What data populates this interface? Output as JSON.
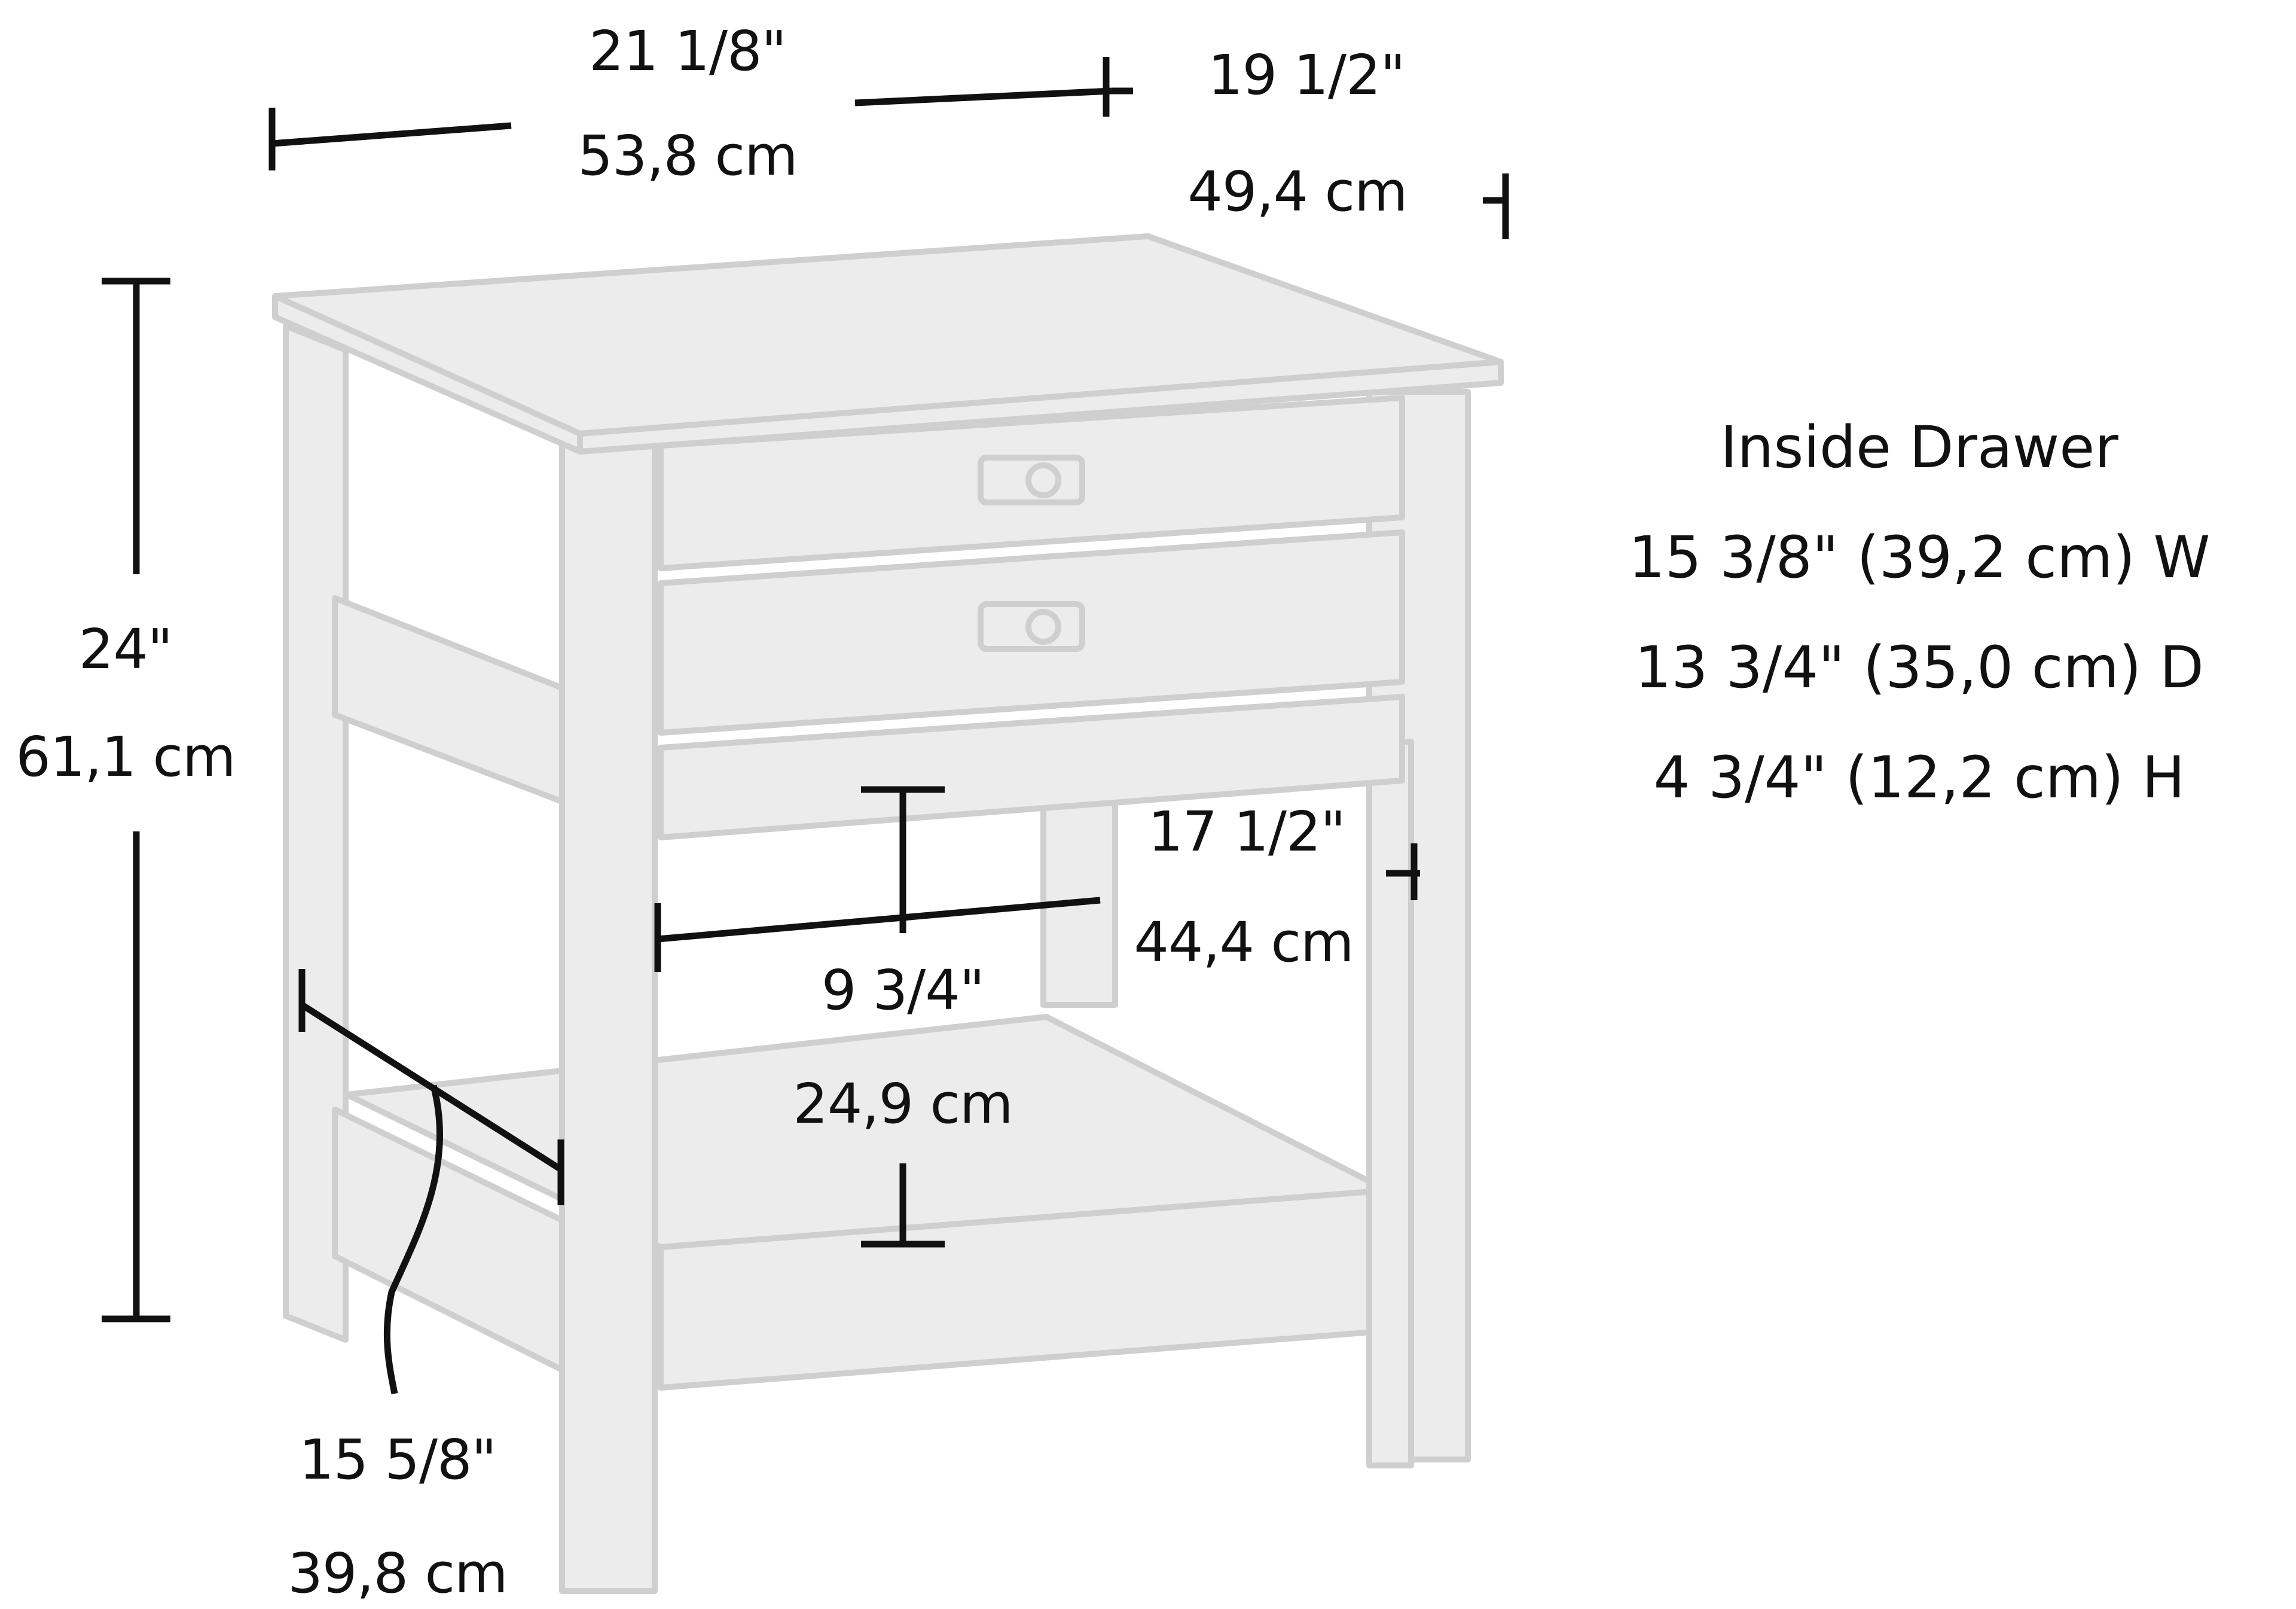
{
  "dimensions": {
    "width": {
      "inches": "21 1/8\"",
      "cm": "53,8 cm"
    },
    "depth": {
      "inches": "19 1/2\"",
      "cm": "49,4 cm"
    },
    "height": {
      "inches": "24\"",
      "cm": "61,1 cm"
    },
    "shelf_width": {
      "inches": "17 1/2\"",
      "cm": "44,4 cm"
    },
    "shelf_height": {
      "inches": "9 3/4\"",
      "cm": "24,9 cm"
    },
    "shelf_depth": {
      "inches": "15 5/8\"",
      "cm": "39,8 cm"
    }
  },
  "inside_drawer": {
    "title": "Inside Drawer",
    "width": "15 3/8\" (39,2 cm) W",
    "depth": "13 3/4\" (35,0 cm) D",
    "height": "4 3/4\" (12,2 cm) H"
  },
  "colors": {
    "line": "#111111",
    "furniture_fill": "#ececec",
    "furniture_stroke": "#cfcfcf",
    "background": "#ffffff"
  },
  "icons": [
    "drawer-pull-icon"
  ]
}
